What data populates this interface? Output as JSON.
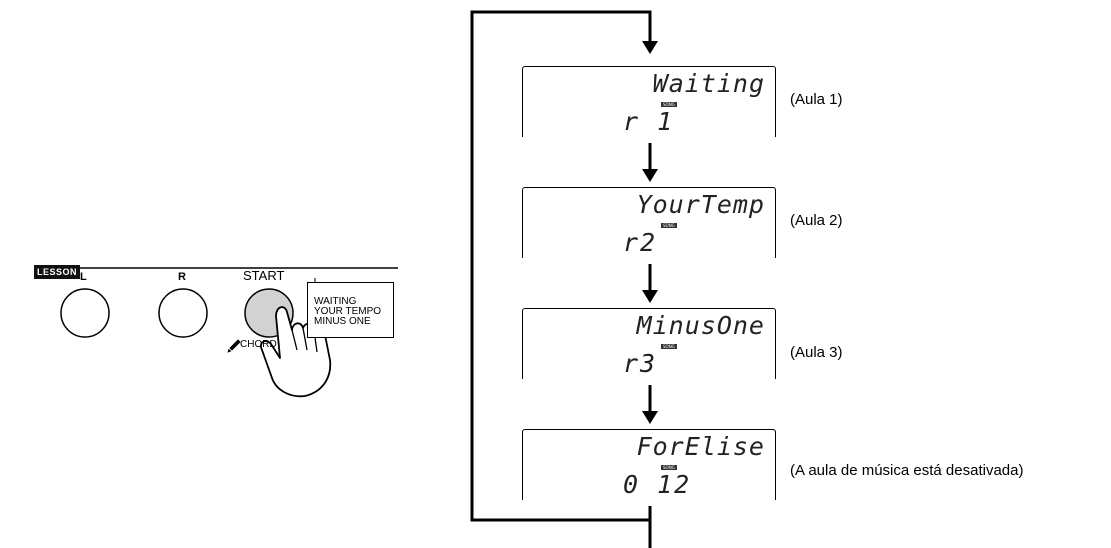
{
  "displays": [
    {
      "text": "Waiting",
      "song_tag": "SONG",
      "number": "r 1",
      "label": "(Aula 1)"
    },
    {
      "text": "YourTemp",
      "song_tag": "SONG",
      "number": "r2",
      "label": "(Aula 2)"
    },
    {
      "text": "MinusOne",
      "song_tag": "SONG",
      "number": "r3",
      "label": "(Aula 3)"
    },
    {
      "text": "ForElise",
      "song_tag": "SONG",
      "number": "0 12",
      "label": "(A aula de música está desativada)"
    }
  ],
  "panel": {
    "section_label": "LESSON",
    "buttons": [
      "L",
      "R",
      "START"
    ],
    "start_sub_label": "CHORD",
    "modes": [
      "WAITING",
      "YOUR TEMPO",
      "MINUS ONE"
    ]
  }
}
